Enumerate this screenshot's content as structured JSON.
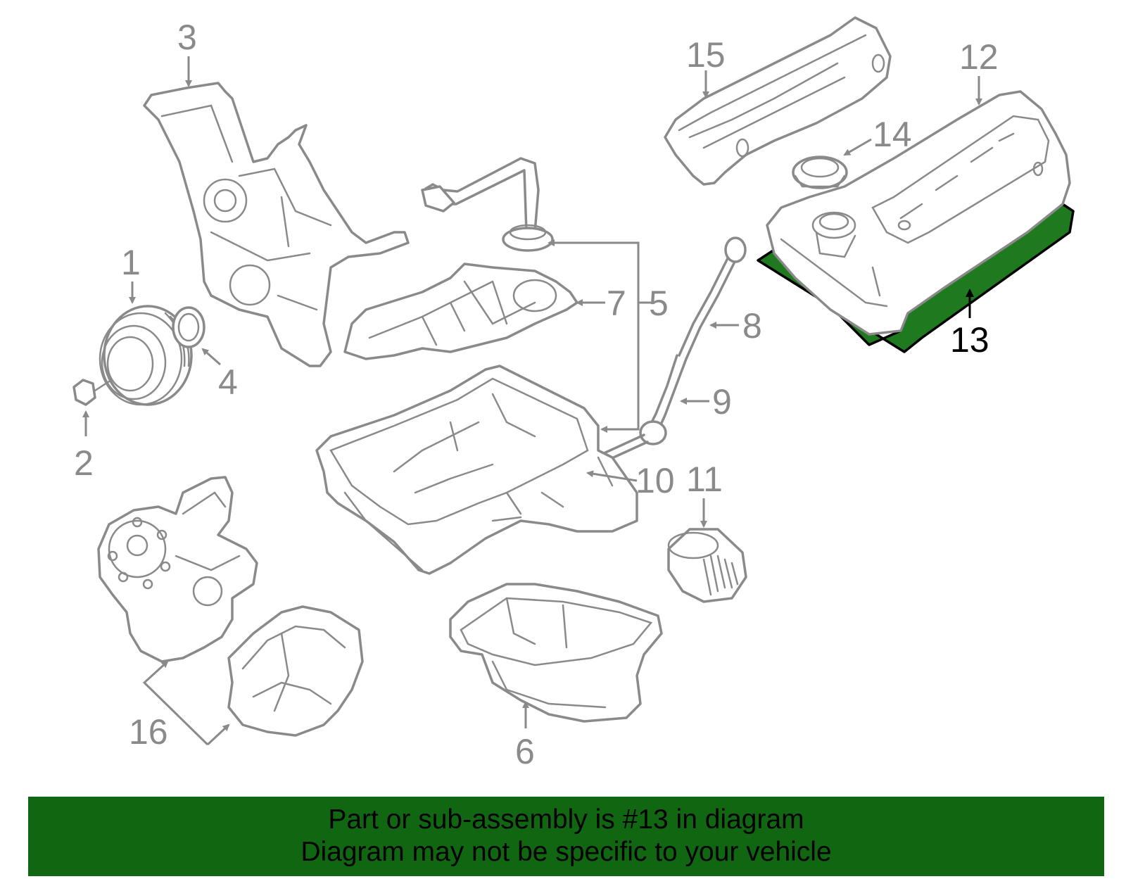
{
  "colors": {
    "banner_bg": "#116611",
    "highlight": "#1f7a1f",
    "line": "#8a8a8a",
    "highlight_text": "#000000"
  },
  "callouts": {
    "c1": "1",
    "c2": "2",
    "c3": "3",
    "c4": "4",
    "c5": "5",
    "c6": "6",
    "c7": "7",
    "c8": "8",
    "c9": "9",
    "c10": "10",
    "c11": "11",
    "c12": "12",
    "c13": "13",
    "c14": "14",
    "c15": "15",
    "c16": "16"
  },
  "highlighted_part": "13",
  "banner": {
    "line1": "Part or sub-assembly is #13 in diagram",
    "line2": "Diagram may not be specific to your vehicle"
  }
}
